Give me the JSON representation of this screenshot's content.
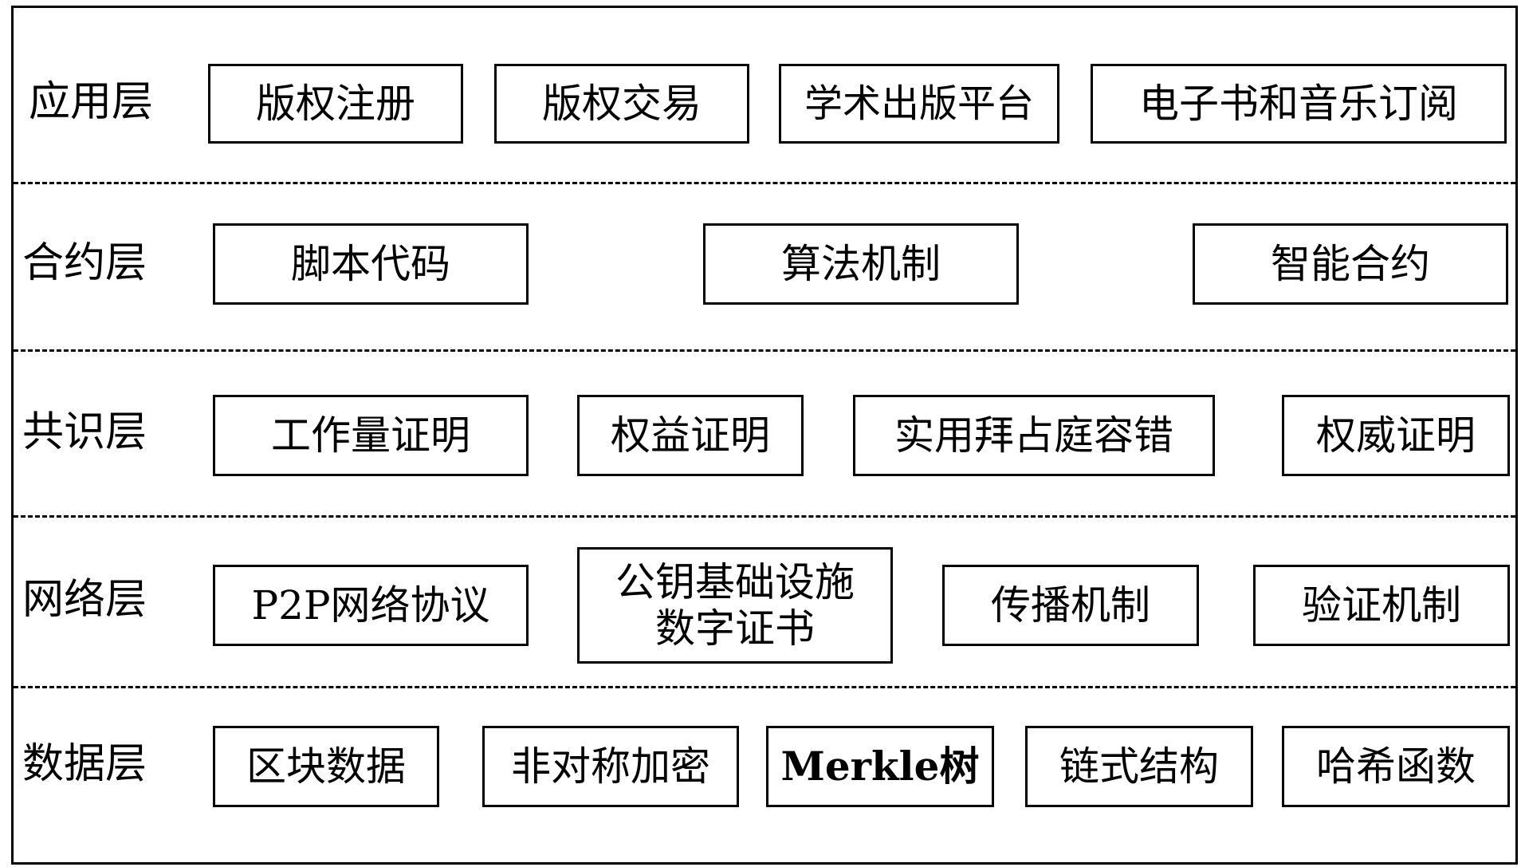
{
  "layers": [
    {
      "label": "应用层",
      "boxes": [
        "版权注册",
        "版权交易",
        "学术出版平台",
        "电子书和音乐订阅"
      ]
    },
    {
      "label": "合约层",
      "boxes": [
        "脚本代码",
        "算法机制",
        "智能合约"
      ]
    },
    {
      "label": "共识层",
      "boxes": [
        "工作量证明",
        "权益证明",
        "实用拜占庭容错",
        "权威证明"
      ]
    },
    {
      "label": "网络层",
      "boxes": [
        "P2P网络协议",
        "公钥基础设施",
        "数字证书",
        "传播机制",
        "验证机制"
      ]
    },
    {
      "label": "数据层",
      "boxes": [
        "区块数据",
        "非对称加密",
        "Merkle树",
        "链式结构",
        "哈希函数"
      ]
    }
  ]
}
